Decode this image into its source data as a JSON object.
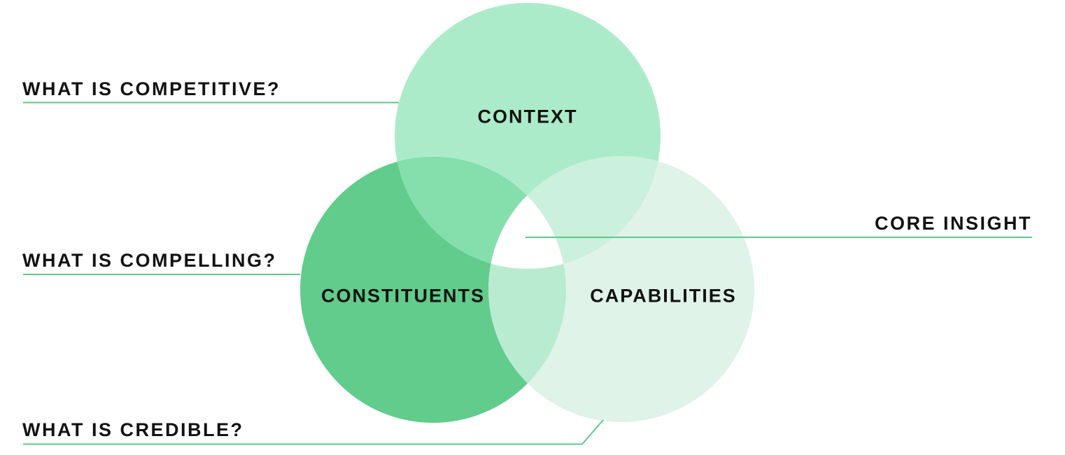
{
  "diagram": {
    "type": "venn-diagram",
    "circles": [
      {
        "label": "CONTEXT"
      },
      {
        "label": "CONSTITUENTS"
      },
      {
        "label": "CAPABILITIES"
      }
    ],
    "callouts": [
      {
        "label": "WHAT IS COMPETITIVE?",
        "points_to": "CONTEXT"
      },
      {
        "label": "WHAT IS COMPELLING?",
        "points_to": "CONSTITUENTS"
      },
      {
        "label": "WHAT IS CREDIBLE?",
        "points_to": "CAPABILITIES"
      },
      {
        "label": "CORE INSIGHT",
        "points_to": "center-intersection"
      }
    ]
  },
  "colors": {
    "context": "#ACEBCA",
    "constituents": "#61CC8C",
    "capabilities": "#DFF3E8",
    "context_constituents_overlap": "#84DFAD",
    "context_capabilities_overlap": "#CBF0DD",
    "constituents_capabilities_overlap": "#B9EBD0",
    "center_intersection": "#FFFFFF",
    "callout_line": "#5DCB8A",
    "text": "#121212",
    "background": "#FFFFFF"
  }
}
